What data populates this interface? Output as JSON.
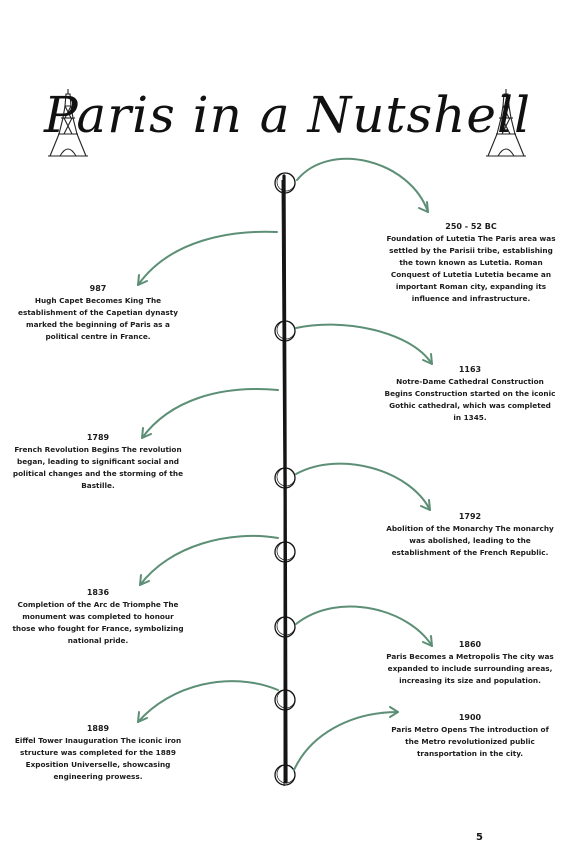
{
  "title": "Paris in a Nutshell",
  "page_number": "5",
  "colors": {
    "arrow": "#5c8f75",
    "ink": "#151515"
  },
  "icons": {
    "left": "eiffel-tower-icon",
    "right": "eiffel-tower-icon"
  },
  "events": [
    {
      "year": "250 - 52 BC",
      "text": "Foundation of Lutetia The Paris area was settled by the Parisii tribe, establishing the town known as Lutetia. Roman Conquest of Lutetia Lutetia became an important Roman city, expanding its influence and infrastructure."
    },
    {
      "year": "987",
      "text": "Hugh Capet Becomes King The establishment of the Capetian dynasty marked the beginning of Paris as a political centre in France."
    },
    {
      "year": "1163",
      "text": "Notre-Dame Cathedral Construction Begins Construction started on the iconic Gothic cathedral, which was completed in 1345."
    },
    {
      "year": "1789",
      "text": "French Revolution Begins The revolution began, leading to significant social and political changes and the storming of the Bastille."
    },
    {
      "year": "1792",
      "text": "Abolition of the Monarchy The monarchy was abolished, leading to the establishment of the French Republic."
    },
    {
      "year": "1836",
      "text": "Completion of the Arc de Triomphe The monument was completed to honour those who fought for France, symbolizing national pride."
    },
    {
      "year": "1860",
      "text": "Paris Becomes a Metropolis The city was expanded to include surrounding areas, increasing its size and population."
    },
    {
      "year": "1889",
      "text": "Eiffel Tower Inauguration The iconic iron structure was completed for the 1889 Exposition Universelle, showcasing engineering prowess."
    },
    {
      "year": "1900",
      "text": "Paris Metro Opens The introduction of the Metro revolutionized public transportation in the city."
    }
  ]
}
